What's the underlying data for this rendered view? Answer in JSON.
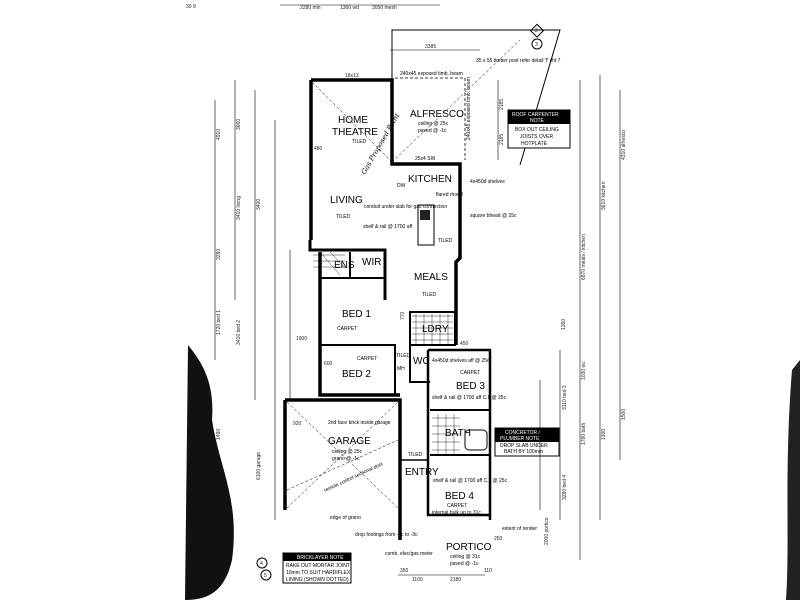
{
  "rooms": {
    "home_theatre": [
      "HOME",
      "THEATRE"
    ],
    "alfresco": "ALFRESCO",
    "kitchen": "KITCHEN",
    "living": "LIVING",
    "ens": "ENS",
    "wir": "WIR",
    "meals": "MEALS",
    "bed1": "BED 1",
    "bed2": "BED 2",
    "ldry": "LDRY",
    "wc": "WC",
    "bed3": "BED 3",
    "garage": "GARAGE",
    "bath": "BATH",
    "entry": "ENTRY",
    "bed4": "BED 4",
    "portico": "PORTICO"
  },
  "finishes": {
    "tiled": "TILED",
    "carpet": "CARPET"
  },
  "annotations": {
    "beam_top": "240x45 exposed timb. beam",
    "beam_side": "240x45 exposed timb. beam",
    "alfresco_ceiling": "ceiling @ 25c",
    "alfresco_paved": "paved @ -1c",
    "lintel": "25x4 SW",
    "dw": "DW",
    "conduit": "conduit under slab for gas connection",
    "rangehood": "flared rhood",
    "shelf_rail": "shelf & rail @ 1700 aff",
    "shelves": "4x450d shelves",
    "bulkhead": "square bhead @ 25c",
    "post": "35 x 55 timber post refer detail 'f' sht 7",
    "mh": "MH",
    "bed3_shelves": "4x450d shelves aff @ 25c",
    "bed3_robe": "shelf & rail @ 1700 aff C.L @ 25c",
    "garage_ceiling": "ceiling @ 25c",
    "garage_grano": "grano @ -1c",
    "brick_base": "2nd face brick inside garage",
    "sectional_door": "remote control sectional door",
    "edge_grano": "edge of grano",
    "drop_footings": "drop footings from -3c to -3c",
    "bed4_robe": "shelf & rail @ 1700 aff C.L @ 25c",
    "bed4_bulkhead": "internal bulk up to 31c",
    "portico_ceiling": "ceiling @ 31c",
    "portico_paved": "paved @ -1c",
    "meter": "comb. elec/gas meter",
    "render": "extent of render",
    "handwritten": "Gas Proposed Point"
  },
  "notes": {
    "roof": {
      "title": [
        "ROOF CARPENTER",
        "NOTE"
      ],
      "body": [
        "BOX OUT CEILING",
        "JOISTS OVER",
        "HOTPLATE"
      ]
    },
    "concretor": {
      "title": [
        "CONCRETOR /",
        "PLUMBER NOTE"
      ],
      "body": [
        "DROP SLAB UNDER",
        "BATH BY 100mm"
      ]
    },
    "bricklayer": {
      "title": [
        "BRICKLAYER NOTE"
      ],
      "body": [
        "RAKE OUT MORTAR JOINT",
        "10mm TO SUIT HARDIFLEX",
        "LINING (SHOWN DOTTED)"
      ]
    }
  },
  "dimensions": {
    "top": [
      "2280 min",
      "1360 wd",
      "3050 mesh"
    ],
    "top2": [
      "3385"
    ],
    "theatre_w": "18x13",
    "right": [
      "2185",
      "2185",
      "6870 meals / kitchen",
      "3610 kitchen",
      "4310 alfresco",
      "1360",
      "1030 wc",
      "3110 bed 3",
      "1780 bath",
      "3280 bed 4",
      "2000 portico",
      "1300",
      "1500"
    ],
    "left": [
      "4910",
      "3660",
      "3410 living",
      "3400",
      "3280",
      "1720 bed 1",
      "3410 bed 2",
      "6100 garage",
      "1490"
    ],
    "bottom": [
      "1100",
      "2180",
      "350",
      "110"
    ],
    "misc": [
      "480",
      "600",
      "770",
      "1900",
      "920",
      "450",
      "250"
    ]
  },
  "section_markers": [
    "2",
    "3",
    "4",
    "5"
  ],
  "header_text": "30 9"
}
